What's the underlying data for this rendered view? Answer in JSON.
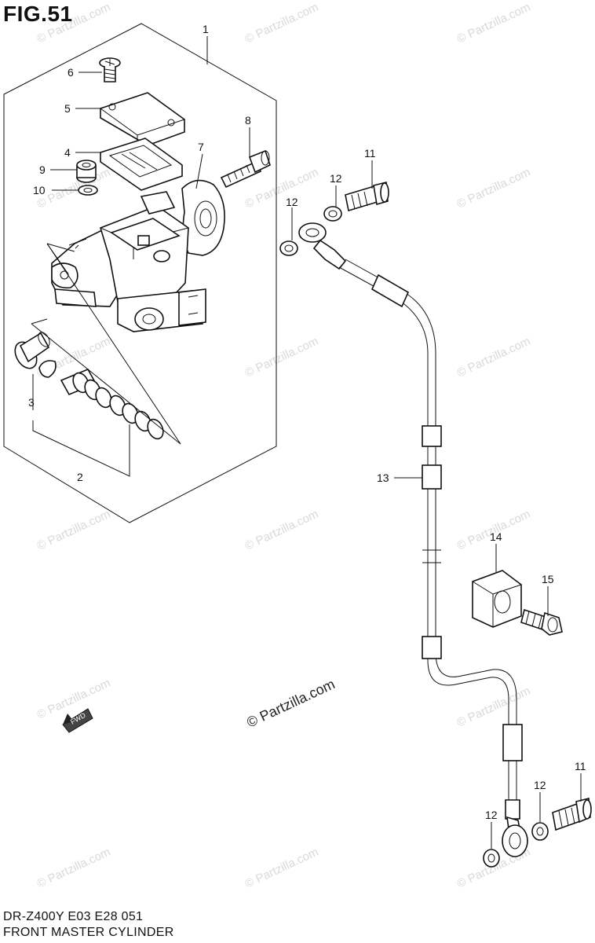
{
  "figure": {
    "title": "FIG.51",
    "model_code": "DR-Z400Y  E03  E28    051",
    "name": "FRONT MASTER CYLINDER"
  },
  "watermark": {
    "text": "© Partzilla.com",
    "main_text": "© Partzilla.com"
  },
  "direction_marker": {
    "label": "FWD",
    "icon": "forward-arrow-icon"
  },
  "callouts": {
    "c1": "1",
    "c2": "2",
    "c3": "3",
    "c4": "4",
    "c5": "5",
    "c6": "6",
    "c7": "7",
    "c8": "8",
    "c9": "9",
    "c10": "10",
    "c11a": "11",
    "c11b": "11",
    "c12a": "12",
    "c12b": "12",
    "c12c": "12",
    "c12d": "12",
    "c13": "13",
    "c14": "14",
    "c15": "15"
  },
  "colors": {
    "line": "#111111",
    "watermark": "#d9d9d9",
    "background": "#ffffff"
  }
}
